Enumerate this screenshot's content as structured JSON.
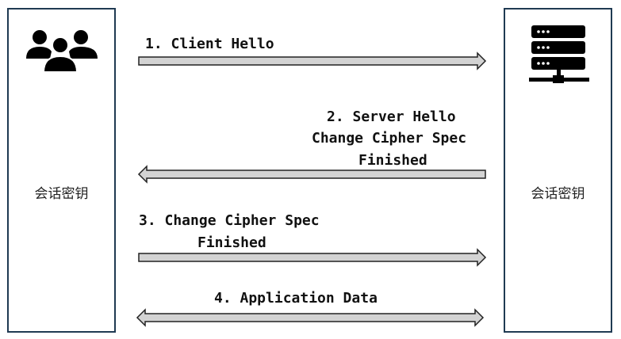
{
  "client": {
    "key_label": "会话密钥",
    "icon": "users-icon"
  },
  "server": {
    "key_label": "会话密钥",
    "icon": "server-icon"
  },
  "messages": {
    "m1": {
      "line1": "1. Client Hello"
    },
    "m2": {
      "line1": "2. Server Hello",
      "line2": "Change Cipher Spec",
      "line3": "Finished"
    },
    "m3": {
      "line1": "3. Change Cipher Spec",
      "line2": "Finished"
    },
    "m4": {
      "line1": "4. Application Data"
    }
  },
  "colors": {
    "arrow_fill": "#d3d3d3",
    "arrow_stroke": "#222222",
    "panel_border": "#1f3a52",
    "icon": "#000000"
  }
}
